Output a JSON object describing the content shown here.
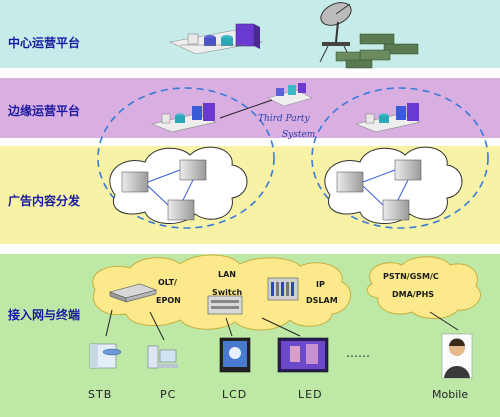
{
  "layers": {
    "center": "中心运营平台",
    "edge": "边缘运营平台",
    "distribution": "广告内容分发",
    "access": "接入网与终端"
  },
  "third_party": {
    "line1": "Third Party",
    "line2": "System"
  },
  "access_network": {
    "olt": "OLT/",
    "epon": "EPON",
    "lan": "LAN",
    "switch": "Switch",
    "ip": "IP",
    "dslam": "DSLAM",
    "pstn": "PSTN/GSM/C",
    "dma": "DMA/PHS"
  },
  "terminals": {
    "stb": "STB",
    "pc": "PC",
    "lcd": "LCD",
    "led": "LED",
    "more": "……",
    "mobile": "Mobile"
  },
  "colors": {
    "center_band": "#c5ece8",
    "edge_band": "#d9aee0",
    "distribution_band": "#f7f2a6",
    "access_band": "#bde8a6",
    "label": "#1a1aa0",
    "dashed": "#3a7ad8"
  }
}
